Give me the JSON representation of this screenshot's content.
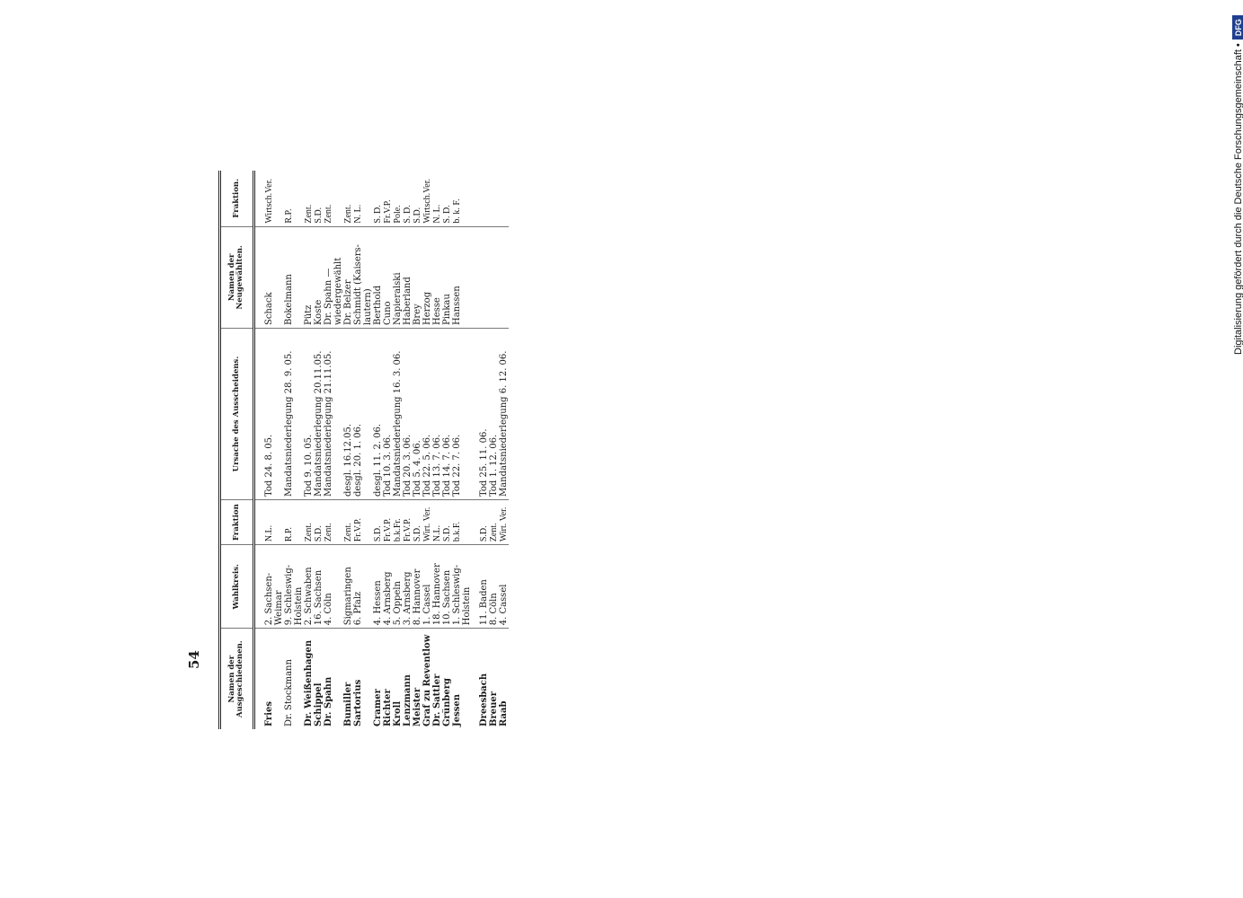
{
  "page": {
    "number": "54"
  },
  "table": {
    "headers": {
      "name": "Namen der Ausgeschiedenen.",
      "district": "Wahlkreis.",
      "faction": "Fraktion",
      "cause": "Ursache des Ausscheidens.",
      "successor": "Namen der Neugewählten.",
      "faction2": "Fraktion."
    },
    "rows": [
      {
        "name": "Fries",
        "district": "2. Sachsen-",
        "faction": "N.L.",
        "cause": "Tod 24. 8. 05.",
        "successor": "Schack",
        "faction2": "Wirtsch.Ver.",
        "gap": "first"
      },
      {
        "name": "",
        "district": "Weimar",
        "faction": "",
        "cause": "",
        "successor": "",
        "faction2": ""
      },
      {
        "name": "Dr. Stockmann",
        "plain": true,
        "district": "9. Schleswig-",
        "faction": "R.P.",
        "cause": "Mandatsniederlegung 28. 9. 05.",
        "successor": "Bokelmann",
        "faction2": "R.P."
      },
      {
        "name": "",
        "district": "Holstein",
        "faction": "",
        "cause": "",
        "successor": "",
        "faction2": ""
      },
      {
        "name": "Dr. Weißenhagen",
        "district": "2. Schwaben",
        "faction": "Zent.",
        "cause": "Tod 9. 10. 05.",
        "successor": "Pütz",
        "faction2": "Zent."
      },
      {
        "name": "Schippel",
        "district": "16. Sachsen",
        "faction": "S.D.",
        "cause": "Mandatsniederlegung 20.11.05.",
        "successor": "Koste",
        "faction2": "S.D."
      },
      {
        "name": "Dr. Spahn",
        "district": "4. Cöln",
        "faction": "Zent.",
        "cause": "Mandatsniederlegung 21.11.05.",
        "successor": "Dr. Spahn —",
        "faction2": "Zent."
      },
      {
        "name": "",
        "district": "",
        "faction": "",
        "cause": "",
        "successor": "wiedergewählt",
        "faction2": ""
      },
      {
        "name": "Bumiller",
        "district": "Sigmaringen",
        "faction": "Zent.",
        "cause": "desgl.          16.12.05.",
        "successor": "Dr. Belzer",
        "faction2": "Zent."
      },
      {
        "name": "Sartorius",
        "district": "6. Pfalz",
        "faction": "Fr.V.P.",
        "cause": "desgl.          20. 1. 06.",
        "successor": "Schmidt (Kaisers-",
        "faction2": "N. L."
      },
      {
        "name": "",
        "district": "",
        "faction": "",
        "cause": "",
        "successor": "lautern)",
        "faction2": ""
      },
      {
        "name": "Cramer",
        "district": "4. Hessen",
        "faction": "S.D.",
        "cause": "desgl.          11. 2. 06.",
        "successor": "Berthold",
        "faction2": "S. D."
      },
      {
        "name": "Richter",
        "district": "4. Arnsberg",
        "faction": "Fr.V.P.",
        "cause": "Tod 10. 3. 06.",
        "successor": "Cuno",
        "faction2": "Fr.V.P."
      },
      {
        "name": "Kroll",
        "district": "5. Oppeln",
        "faction": "b.k.Fr.",
        "cause": "Mandatsniederlegung 16. 3. 06.",
        "successor": "Napieralski",
        "faction2": "Pole."
      },
      {
        "name": "Lenzmann",
        "district": "3. Arnsberg",
        "faction": "Fr.V.P.",
        "cause": "Tod 20. 3. 06.",
        "successor": "Haberland",
        "faction2": "S. D."
      },
      {
        "name": "Meister",
        "district": "8. Hannover",
        "faction": "S.D.",
        "cause": "Tod   5. 4. 06.",
        "successor": "Brey",
        "faction2": "S.D."
      },
      {
        "name": "Graf zu Reventlow",
        "district": "1. Cassel",
        "faction": "Wirt. Ver.",
        "cause": "Tod 22. 5. 06.",
        "successor": "Herzog",
        "faction2": "Wirtsch.Ver."
      },
      {
        "name": "Dr. Sattler",
        "district": "18. Hannover",
        "faction": "N.L.",
        "cause": "Tod 13. 7. 06.",
        "successor": "Hesse",
        "faction2": "N. L."
      },
      {
        "name": "Grünberg",
        "district": "10. Sachsen",
        "faction": "S.D.",
        "cause": "Tod 14. 7. 06.",
        "successor": "Pinkau",
        "faction2": "S. D."
      },
      {
        "name": "Jessen",
        "district": "1. Schleswig-",
        "faction": "b.k.F.",
        "cause": "Tod 22. 7. 06.",
        "successor": "Hanssen",
        "faction2": "b. k. F."
      },
      {
        "name": "",
        "district": "Holstein",
        "faction": "",
        "cause": "",
        "successor": "",
        "faction2": ""
      },
      {
        "name": "Dreesbach",
        "district": "11. Baden",
        "faction": "S.D.",
        "cause": "Tod 25. 11. 06.",
        "successor": "",
        "faction2": "",
        "gap": "group"
      },
      {
        "name": "Breuer",
        "district": "8. Cöln",
        "faction": "Zent.",
        "cause": "Tod   1. 12. 06.",
        "successor": "",
        "faction2": ""
      },
      {
        "name": "Raab",
        "district": "4. Cassel",
        "faction": "Wirt. Ver.",
        "cause": "Mandatsniederlegung 6. 12. 06.",
        "successor": "",
        "faction2": ""
      }
    ]
  },
  "credit": {
    "text": "Digitalisierung gefördert durch die Deutsche Forschungsgemeinschaft •",
    "logo": "DFG"
  }
}
